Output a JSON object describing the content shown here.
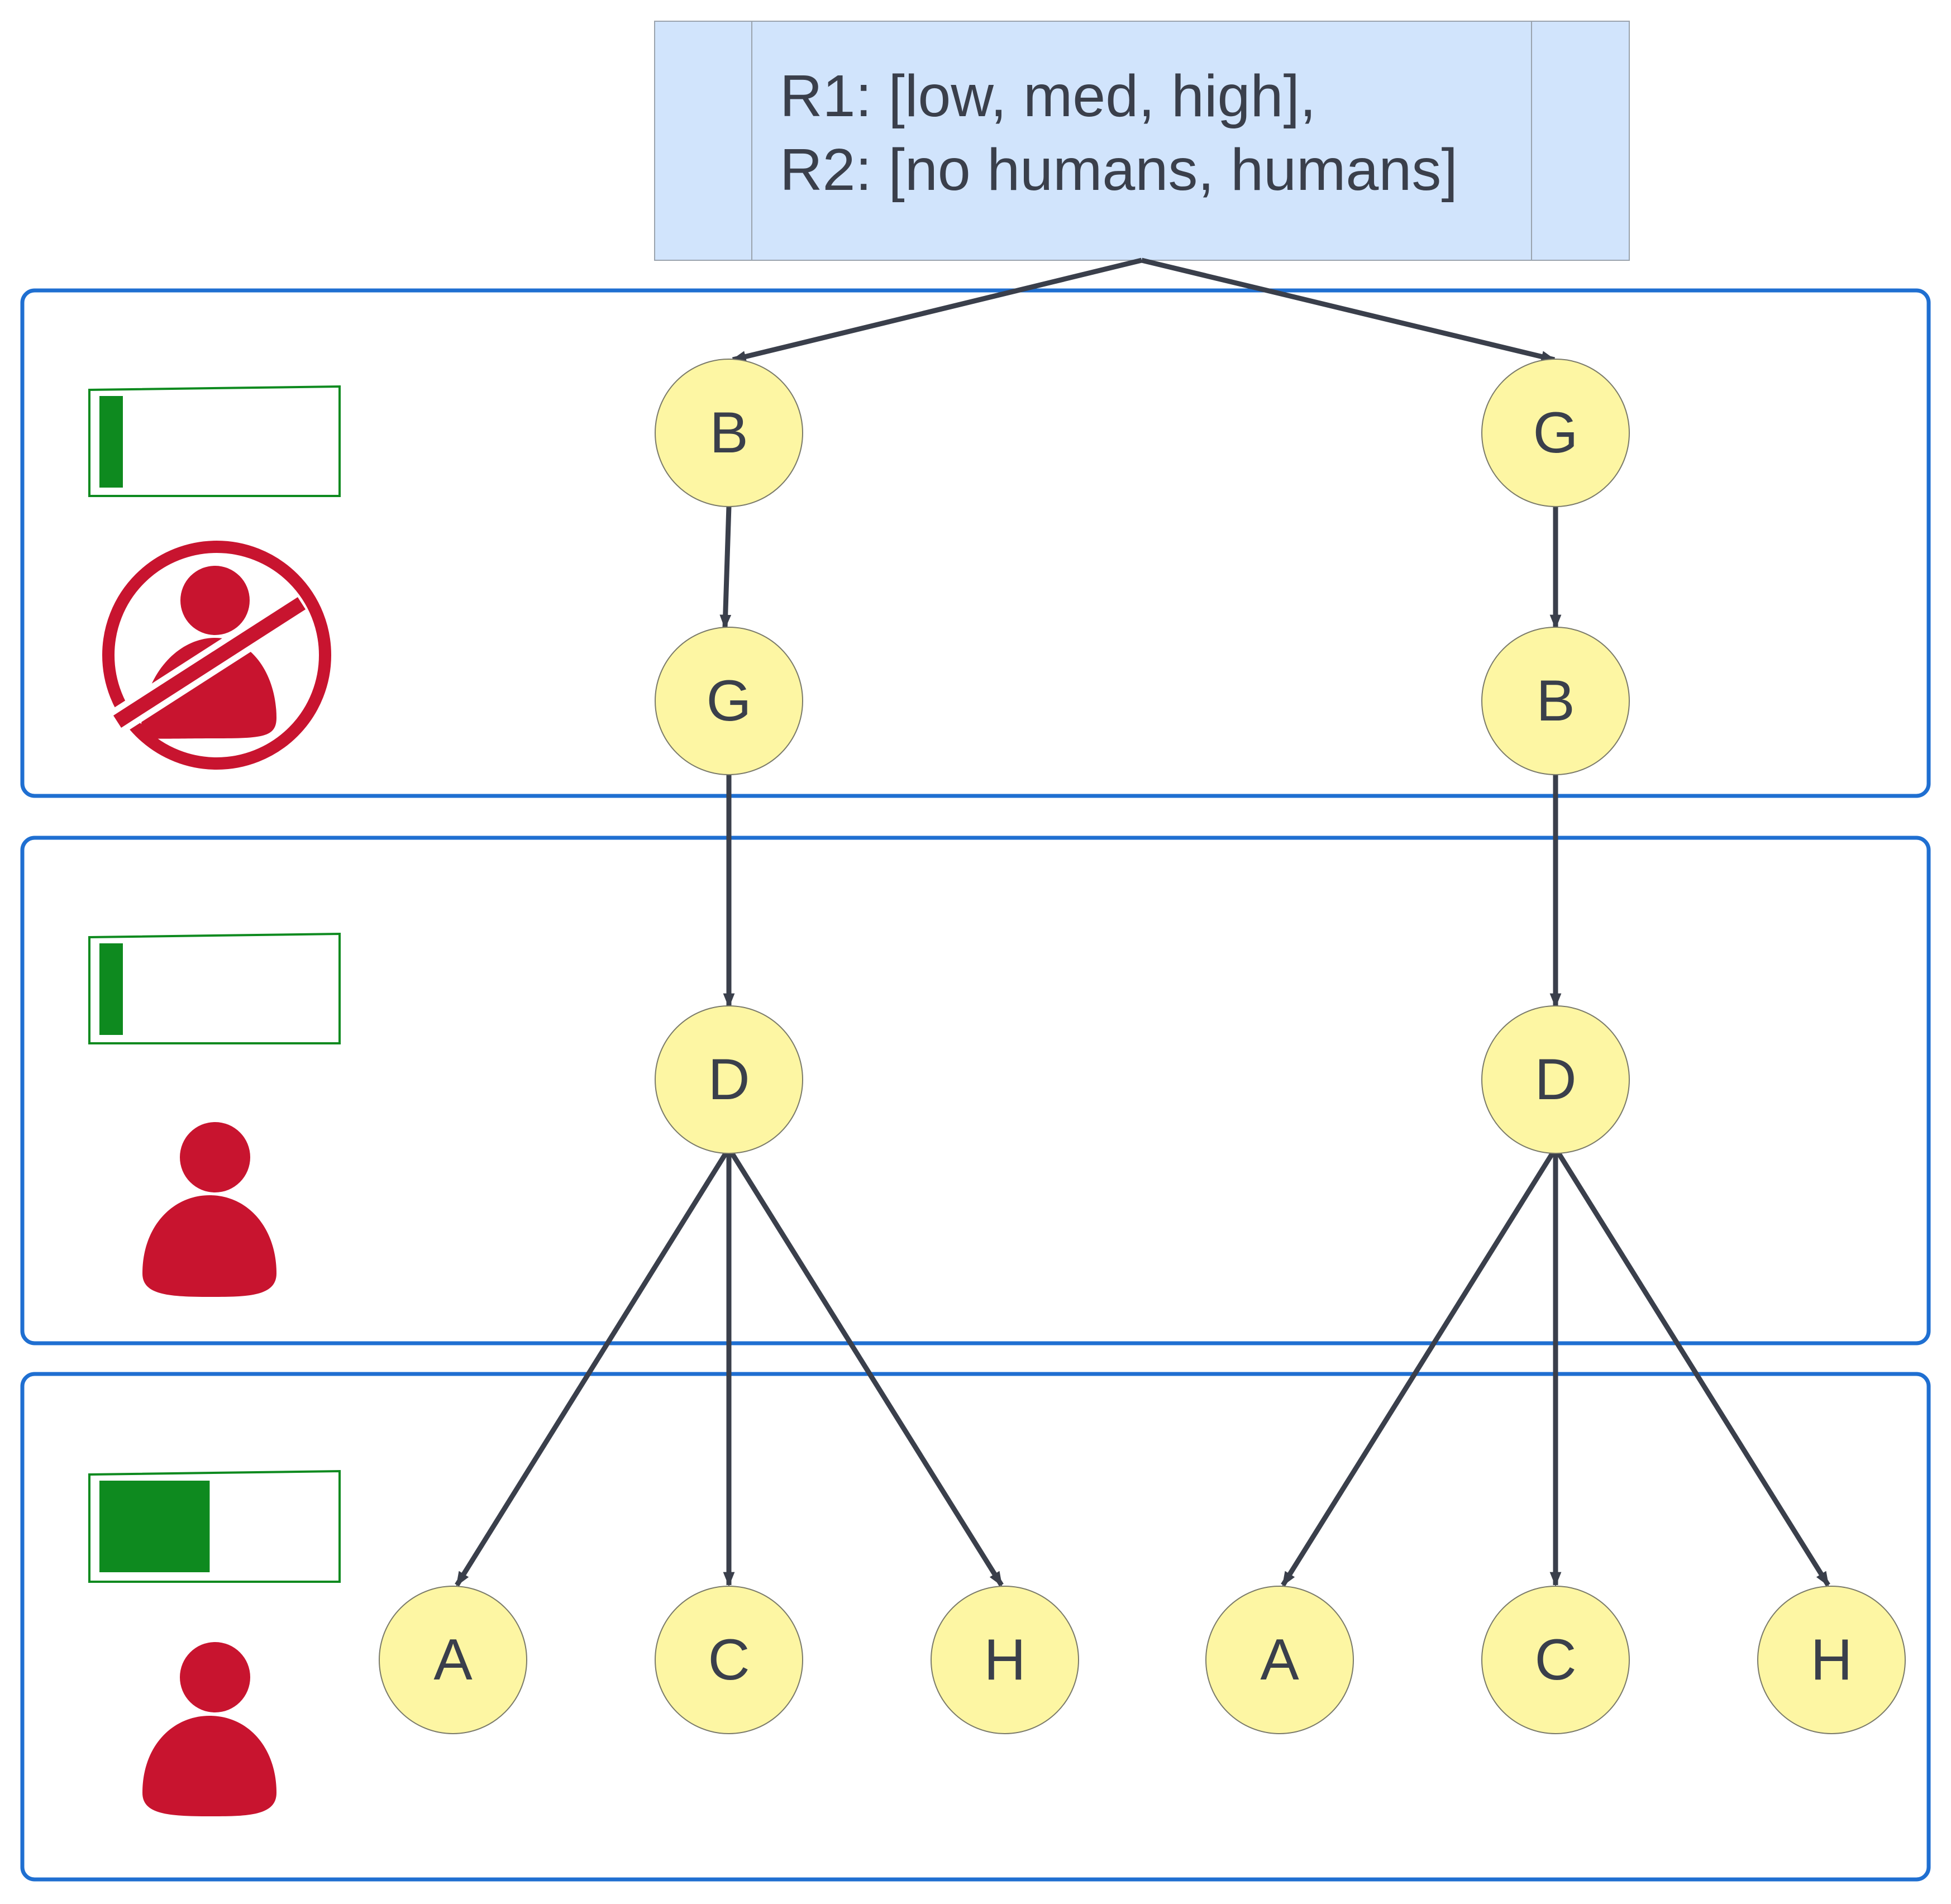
{
  "root": {
    "lines": [
      "R1: [low, med, high],",
      "R2: [no humans, humans]"
    ]
  },
  "colors": {
    "panel_border": "#1f6fd1",
    "node_fill": "#fdf6a3",
    "root_fill": "#d1e4fc",
    "edge": "#3a3f4b",
    "level_bar": "#0e8a1f",
    "human_icon": "#c8142f"
  },
  "panels": [
    {
      "level_fraction": 0.1,
      "human_icon": "no-humans-icon",
      "nodes": [
        "B",
        "G",
        "G",
        "B"
      ]
    },
    {
      "level_fraction": 0.1,
      "human_icon": "person-icon",
      "nodes": [
        "D",
        "D"
      ]
    },
    {
      "level_fraction": 0.47,
      "human_icon": "person-icon",
      "nodes": [
        "A",
        "C",
        "H",
        "A",
        "C",
        "H"
      ]
    }
  ]
}
